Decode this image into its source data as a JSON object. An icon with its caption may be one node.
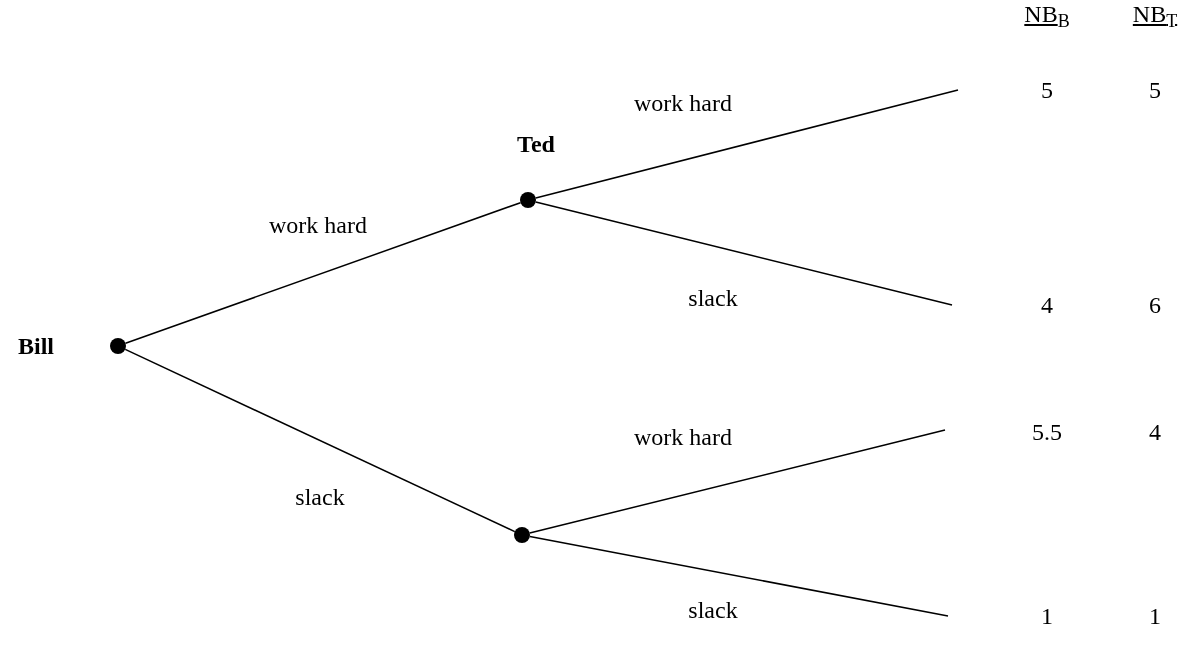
{
  "diagram": {
    "nodes": [
      {
        "text": [
          "Bill"
        ]
      },
      {
        "text": [
          "Ted"
        ]
      },
      {
        "text": [],
        "shape": "circle"
      }
    ],
    "edges": [
      {
        "from": 0,
        "to": 1,
        "arrow": "none",
        "label": "work hard"
      },
      {
        "from": 0,
        "to": 2,
        "arrow": "none",
        "label": "slack"
      },
      {
        "from": 1,
        "to": null,
        "arrow": "none",
        "label": "work hard"
      },
      {
        "from": 1,
        "to": null,
        "arrow": "none",
        "label": "slack"
      },
      {
        "from": 2,
        "to": null,
        "arrow": "none",
        "label": "work hard"
      },
      {
        "from": 2,
        "to": null,
        "arrow": "none",
        "label": "slack"
      }
    ],
    "labels": [
      "NB$_{B}$",
      "NB$_{T}$",
      "5",
      "5",
      "4",
      "6",
      "5.5",
      "4",
      "1",
      "1"
    ]
  }
}
